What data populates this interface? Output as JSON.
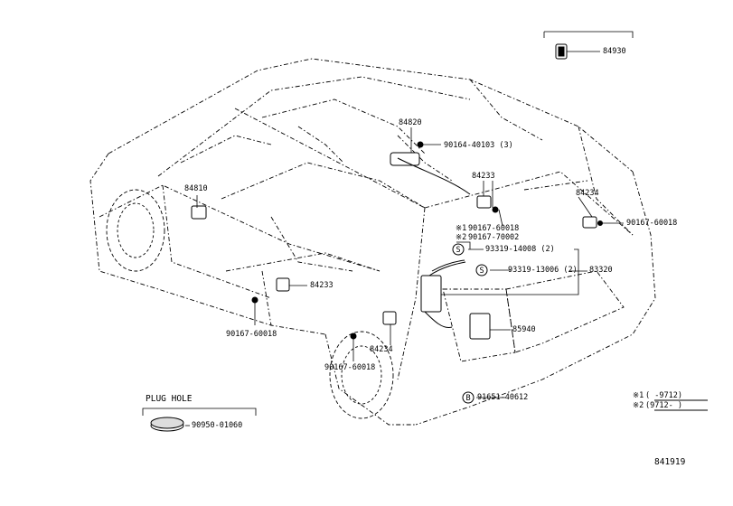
{
  "diagram": {
    "callouts": {
      "p84930": "84930",
      "p84820": "84820",
      "p90164_40103": "90164-40103 (3)",
      "p84233_top": "84233",
      "p84234_right": "84234",
      "p90167_60018_right": "90167-60018",
      "p84810": "84810",
      "p90167_60018_ref1": "90167-60018",
      "p90167_70002_ref2": "90167-70002",
      "p93319_14008": "93319-14008 (2)",
      "p93319_13006": "93319-13006 (2)",
      "p83320": "83320",
      "p84233_mid": "84233",
      "p85940": "85940",
      "p90167_60018_left": "90167-60018",
      "p84234_bottom": "84234",
      "p90167_60018_bottom": "90167-60018",
      "p91651_40612": "91651-40612"
    },
    "ref_marks": {
      "mark1": "※1",
      "mark2": "※2"
    },
    "circle_symbols": {
      "s_upper": "S",
      "s_lower": "S",
      "b_symbol": "B"
    },
    "plug_hole": {
      "title": "PLUG HOLE",
      "part": "90950-01060"
    },
    "legend": {
      "row1_mark": "※1",
      "row1_text": "(      -9712)",
      "row2_mark": "※2",
      "row2_text": "(9712-       )"
    },
    "diagram_number": "841919",
    "colors": {
      "ink": "#000000",
      "paper": "#ffffff"
    }
  }
}
